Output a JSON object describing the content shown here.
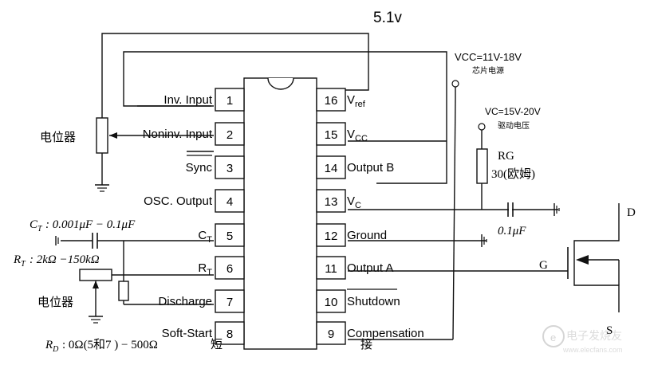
{
  "title_voltage": "5.1v",
  "ic": {
    "left_pins": [
      {
        "num": "1",
        "label": "Inv. Input"
      },
      {
        "num": "2",
        "label": "Noninv. Input"
      },
      {
        "num": "3",
        "label": "Sync"
      },
      {
        "num": "4",
        "label": "OSC. Output"
      },
      {
        "num": "5",
        "label": "C",
        "sub": "T"
      },
      {
        "num": "6",
        "label": "R",
        "sub": "T"
      },
      {
        "num": "7",
        "label": "Discharge"
      },
      {
        "num": "8",
        "label": "Soft-Start"
      }
    ],
    "right_pins": [
      {
        "num": "16",
        "label": "V",
        "sub": "ref"
      },
      {
        "num": "15",
        "label": "V",
        "sub": "CC"
      },
      {
        "num": "14",
        "label": "Output B"
      },
      {
        "num": "13",
        "label": "V",
        "sub": "C"
      },
      {
        "num": "12",
        "label": "Ground"
      },
      {
        "num": "11",
        "label": "Output A"
      },
      {
        "num": "10",
        "label": "Shutdown"
      },
      {
        "num": "9",
        "label": "Compensation"
      }
    ]
  },
  "labels": {
    "vcc_supply": "VCC=11V-18V",
    "vcc_supply_cn": "芯片电源",
    "vc_drive": "VC=15V-20V",
    "vc_drive_cn": "驱动电压",
    "rg_name": "RG",
    "rg_value": "30(欧姆)",
    "cap_value": "0.1μF",
    "pot1": "电位器",
    "pot2": "电位器",
    "ct_label": "C",
    "ct_sub": "T",
    "ct_range": ": 0.001μF − 0.1μF",
    "rt_label": "R",
    "rt_sub": "T",
    "rt_range": ": 2kΩ −150kΩ",
    "rd_label": "R",
    "rd_sub": "D",
    "rd_range": ": 0Ω(5和7      ) − 500Ω",
    "rd_short": "短",
    "rd_connect": "接",
    "mosfet_d": "D",
    "mosfet_g": "G",
    "mosfet_s": "S"
  },
  "watermark": "电子发烧友 www.elecfans.com"
}
